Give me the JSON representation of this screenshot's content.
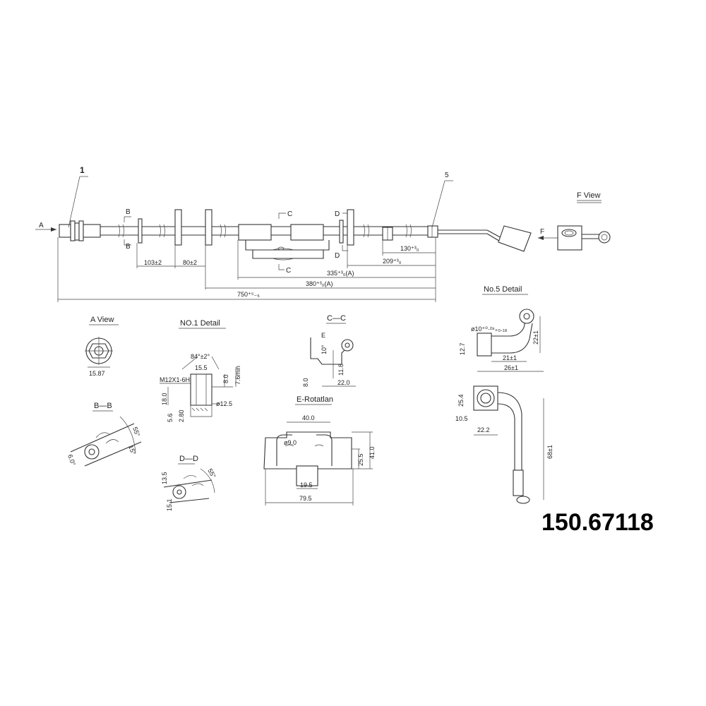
{
  "part_number": "150.67118",
  "callouts": {
    "one": "1",
    "five": "5"
  },
  "view_letters": {
    "a": "A",
    "f": "F"
  },
  "sections": {
    "b1": "B",
    "b2": "B",
    "c1": "C",
    "c2": "C",
    "d1": "D",
    "d2": "D"
  },
  "main_dims": {
    "d103": "103±2",
    "d80": "80±2",
    "d130": "130⁺³₀",
    "d209": "209⁺³₀",
    "d335": "335⁺³₀(A)",
    "d380": "380⁺³₀(A)",
    "d750": "750⁺⁵₋₅"
  },
  "titles": {
    "f_view": "F View",
    "a_view": "A View",
    "no1": "NO.1 Detail",
    "cc": "C—C",
    "no5": "No.5 Detail",
    "bb": "B—B",
    "dd": "D—D",
    "erot": "E-Rotatlan"
  },
  "a_view": {
    "d": "15.87"
  },
  "no1": {
    "angle": "84°±2°",
    "d155": "15.5",
    "thread": "M12X1-6H",
    "d80": "8.0",
    "d76": "7.6min",
    "d180": "18.0",
    "d56": "5.6",
    "d280": "2.80",
    "d125": "ø12.5"
  },
  "cc": {
    "e": "E",
    "ang": "10°",
    "d118": "11.8",
    "d80": "8.0",
    "d220": "22.0"
  },
  "bb": {
    "a55": "55°",
    "a15": "15°",
    "a60": "6.0°"
  },
  "dd": {
    "d135": "13.5",
    "a55": "55°",
    "d151": "15.1"
  },
  "erot": {
    "d400": "40.0",
    "d90": "ø9.0",
    "d255": "25.5",
    "d410": "41.0",
    "d195": "19.5",
    "d795": "79.5"
  },
  "no5": {
    "dia": "ø10⁺⁰·²⁸₊₀.₁₈",
    "d127": "12.7",
    "d22": "22±1",
    "d21": "21±1",
    "d26": "26±1",
    "d254": "25.4",
    "d105": "10.5",
    "d222": "22.2",
    "d68": "68±1"
  }
}
